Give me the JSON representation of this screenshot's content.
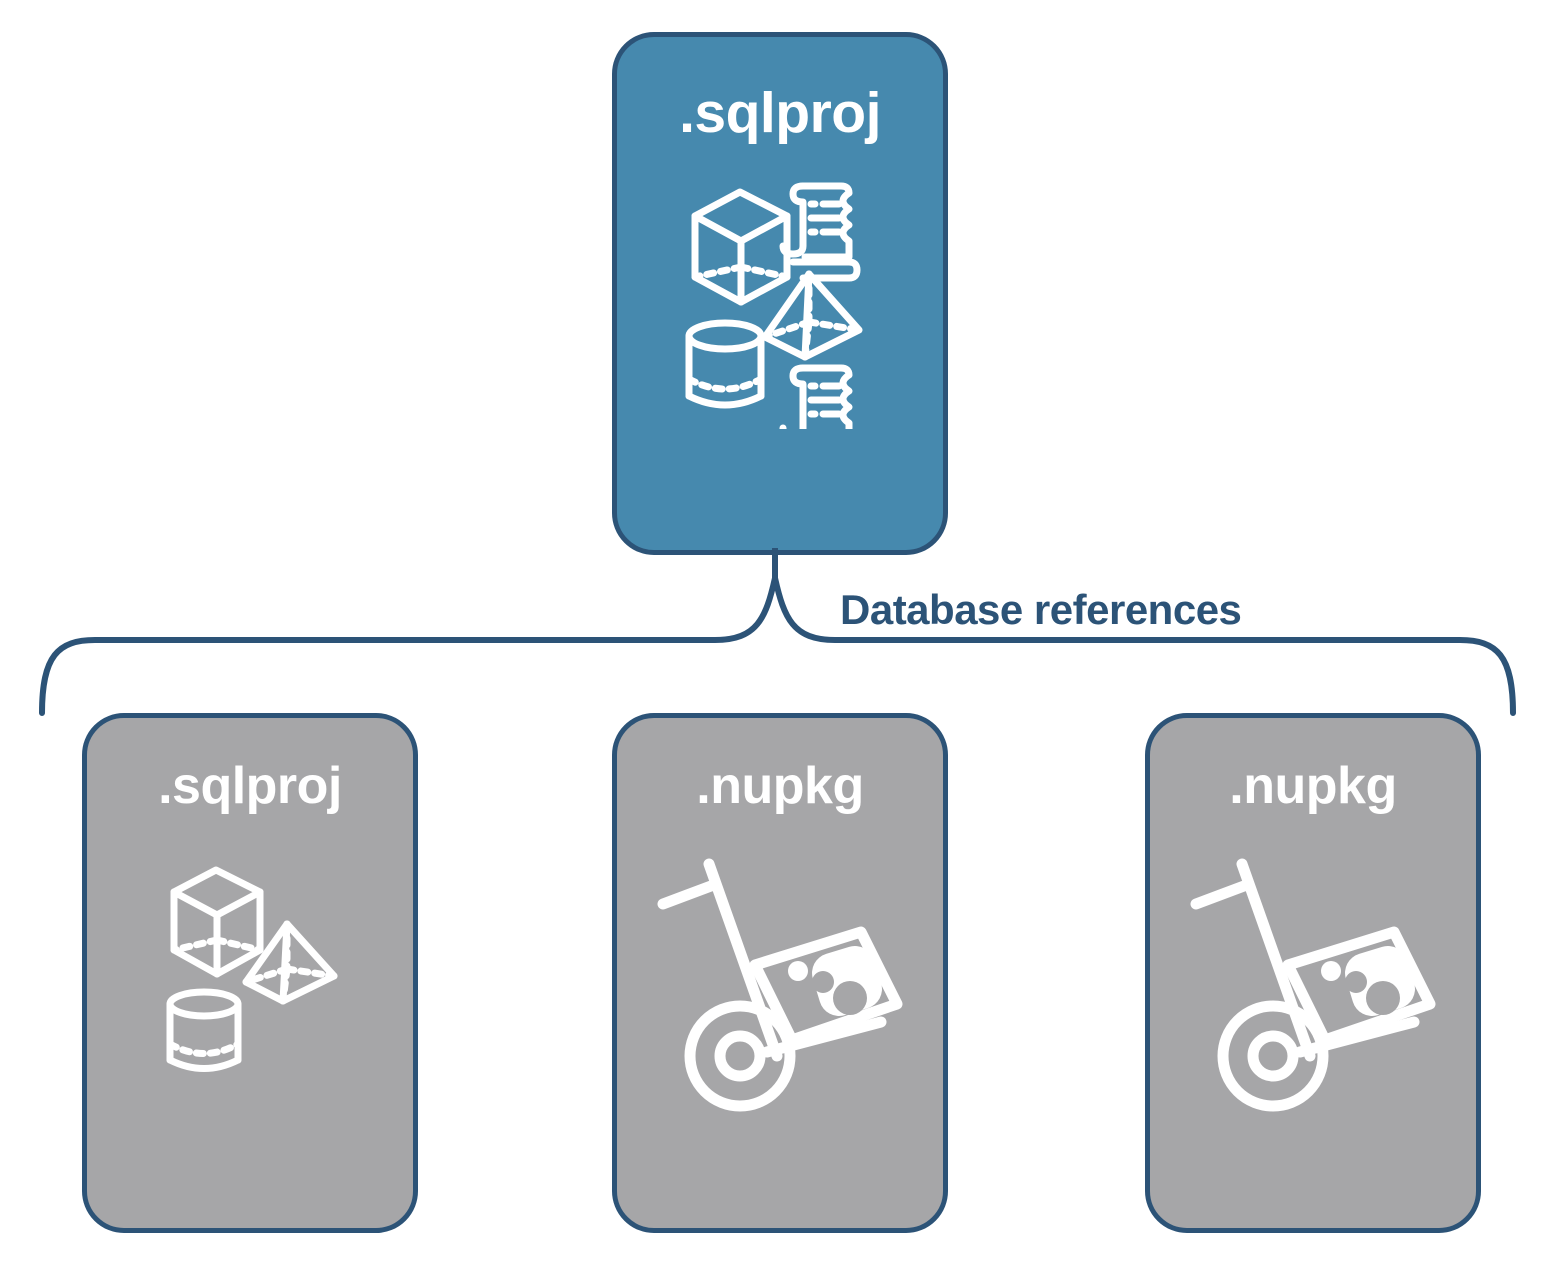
{
  "diagram": {
    "title": "Database references",
    "colors": {
      "primary_fill": "#4689ae",
      "secondary_fill": "#a6a6a8",
      "stroke": "#2c5377",
      "icon": "#ffffff",
      "background": "#ffffff"
    }
  },
  "root_node": {
    "label": ".sqlproj",
    "type": "primary",
    "icons": [
      "cube-icon",
      "scroll-icon",
      "pyramid-icon",
      "cylinder-icon",
      "scroll-icon"
    ]
  },
  "connector": {
    "label": "Database references",
    "style": "curly-brace",
    "branch_count": 3
  },
  "reference_nodes": [
    {
      "label": ".sqlproj",
      "type": "secondary",
      "icons": [
        "cube-icon",
        "pyramid-icon",
        "cylinder-icon"
      ]
    },
    {
      "label": ".nupkg",
      "type": "secondary",
      "icons": [
        "hand-truck-package-icon"
      ]
    },
    {
      "label": ".nupkg",
      "type": "secondary",
      "icons": [
        "hand-truck-package-icon"
      ]
    }
  ]
}
